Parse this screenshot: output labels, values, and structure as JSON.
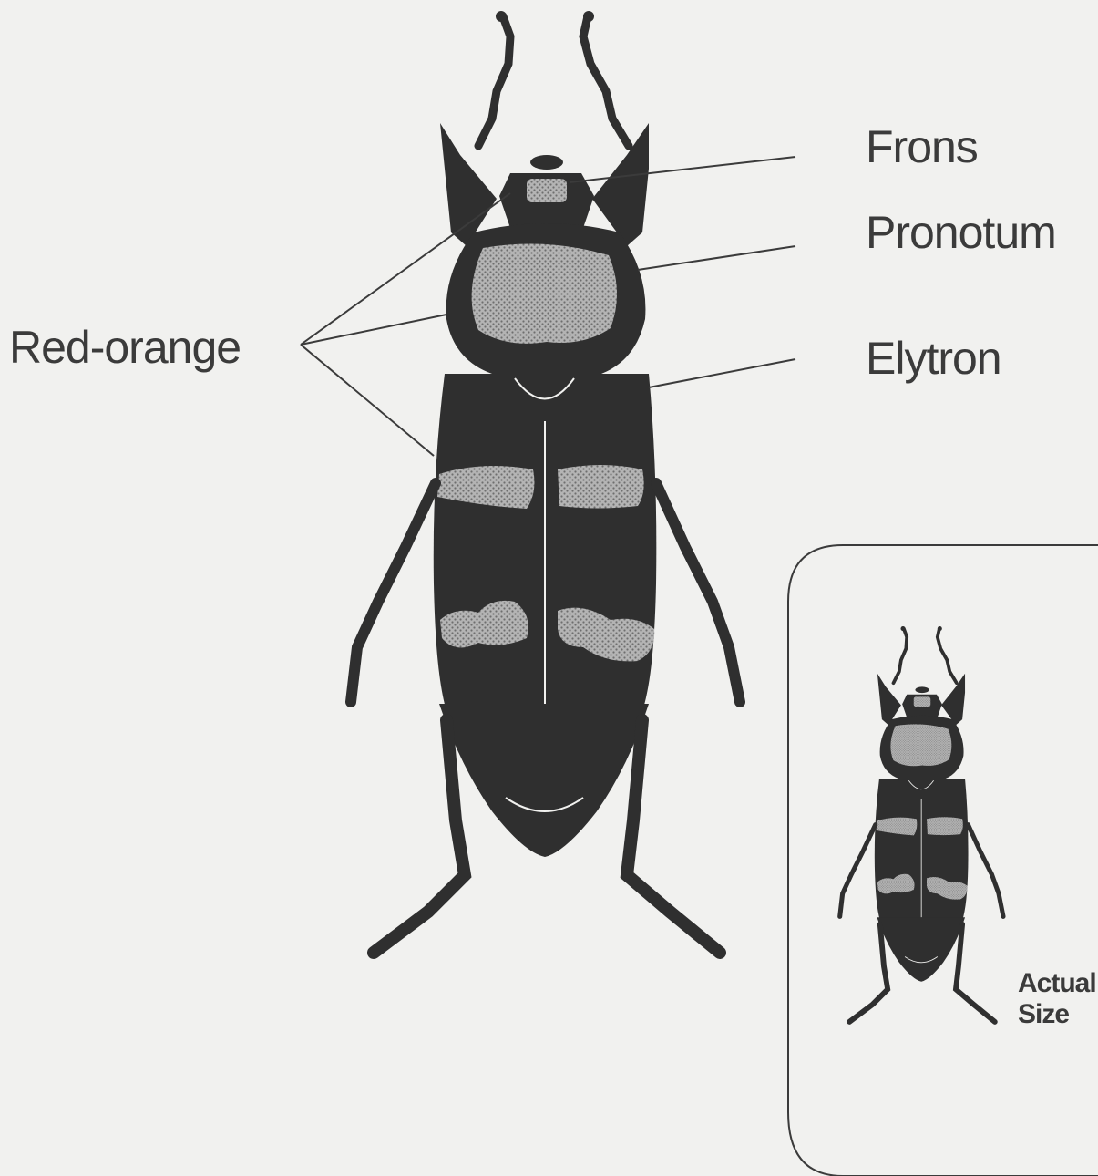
{
  "labels": {
    "red_orange": "Red-orange",
    "frons": "Frons",
    "pronotum": "Pronotum",
    "elytron": "Elytron",
    "actual_line1": "Actual",
    "actual_line2": "Size"
  },
  "colors": {
    "background": "#f1f1ef",
    "beetle_body": "#2f2f2f",
    "markings": "#9a9a9a",
    "text": "#3b3b3b",
    "leader_lines": "#3b3b3b"
  }
}
